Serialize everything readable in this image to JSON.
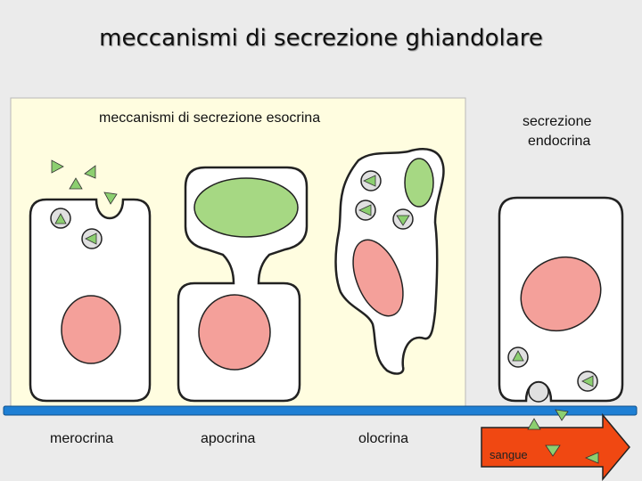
{
  "title": "meccanismi di secrezione ghiandolare",
  "panel_labels": {
    "exocrine": "meccanismi di secrezione esocrina",
    "endocrine_line1": "secrezione",
    "endocrine_line2": "endocrina"
  },
  "cell_labels": {
    "merocrine": "merocrina",
    "apocrine": "apocrina",
    "holocrine": "olocrina"
  },
  "blood_label": "sangue",
  "colors": {
    "background": "#ebebeb",
    "exocrine_panel": "#fffde0",
    "cell_fill": "#ffffff",
    "nucleus": "#f4a09a",
    "secretion_green": "#a6d883",
    "vesicle_fill": "#e0e0e0",
    "basement_membrane": "#1e7fd4",
    "blood_arrow": "#f04812"
  }
}
